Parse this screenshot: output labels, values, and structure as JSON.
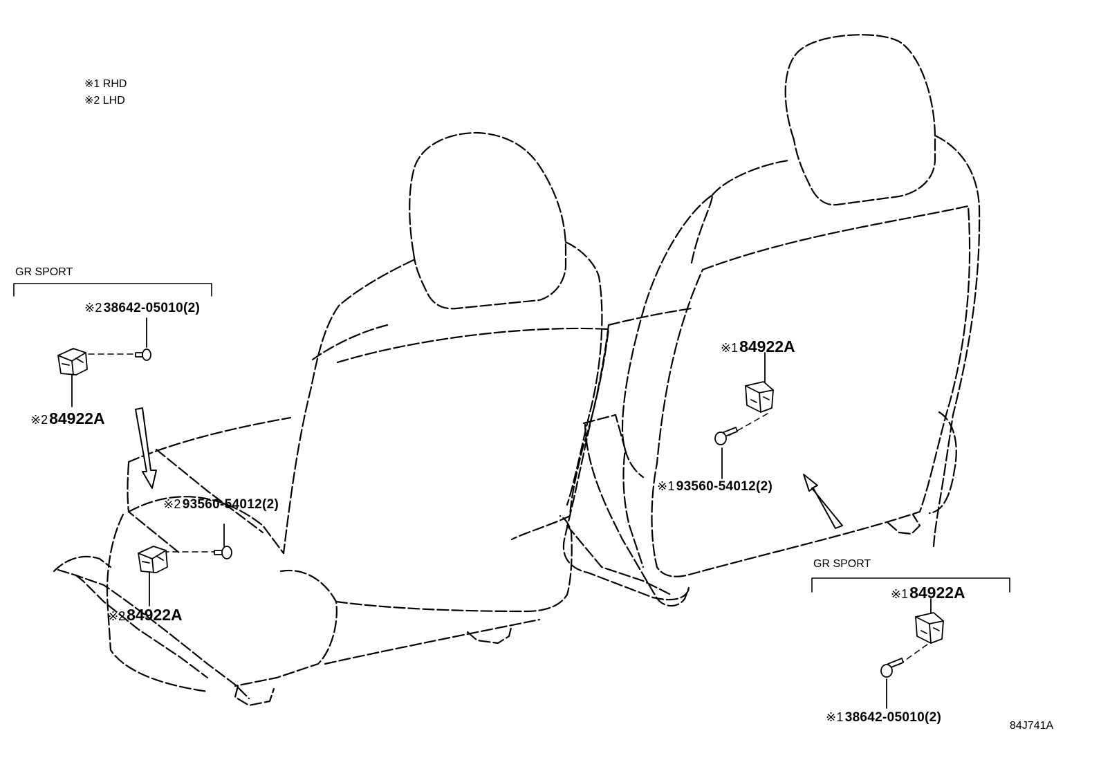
{
  "notes": [
    {
      "mark": "※1",
      "text": "RHD"
    },
    {
      "mark": "※2",
      "text": "LHD"
    }
  ],
  "left_group": {
    "section_label": "GR SPORT",
    "bolt": {
      "mark": "※2",
      "part": "38642-05010(2)"
    },
    "sensor": {
      "mark": "※2",
      "part": "84922A"
    }
  },
  "left_seat": {
    "bolt": {
      "mark": "※2",
      "part": "93560-54012(2)"
    },
    "sensor": {
      "mark": "※2",
      "part": "84922A"
    }
  },
  "right_seat": {
    "sensor": {
      "mark": "※1",
      "part": "84922A"
    },
    "bolt": {
      "mark": "※1",
      "part": "93560-54012(2)"
    }
  },
  "right_group": {
    "section_label": "GR SPORT",
    "sensor": {
      "mark": "※1",
      "part": "84922A"
    },
    "bolt": {
      "mark": "※1",
      "part": "38642-05010(2)"
    }
  },
  "illustration_id": "84J741A"
}
